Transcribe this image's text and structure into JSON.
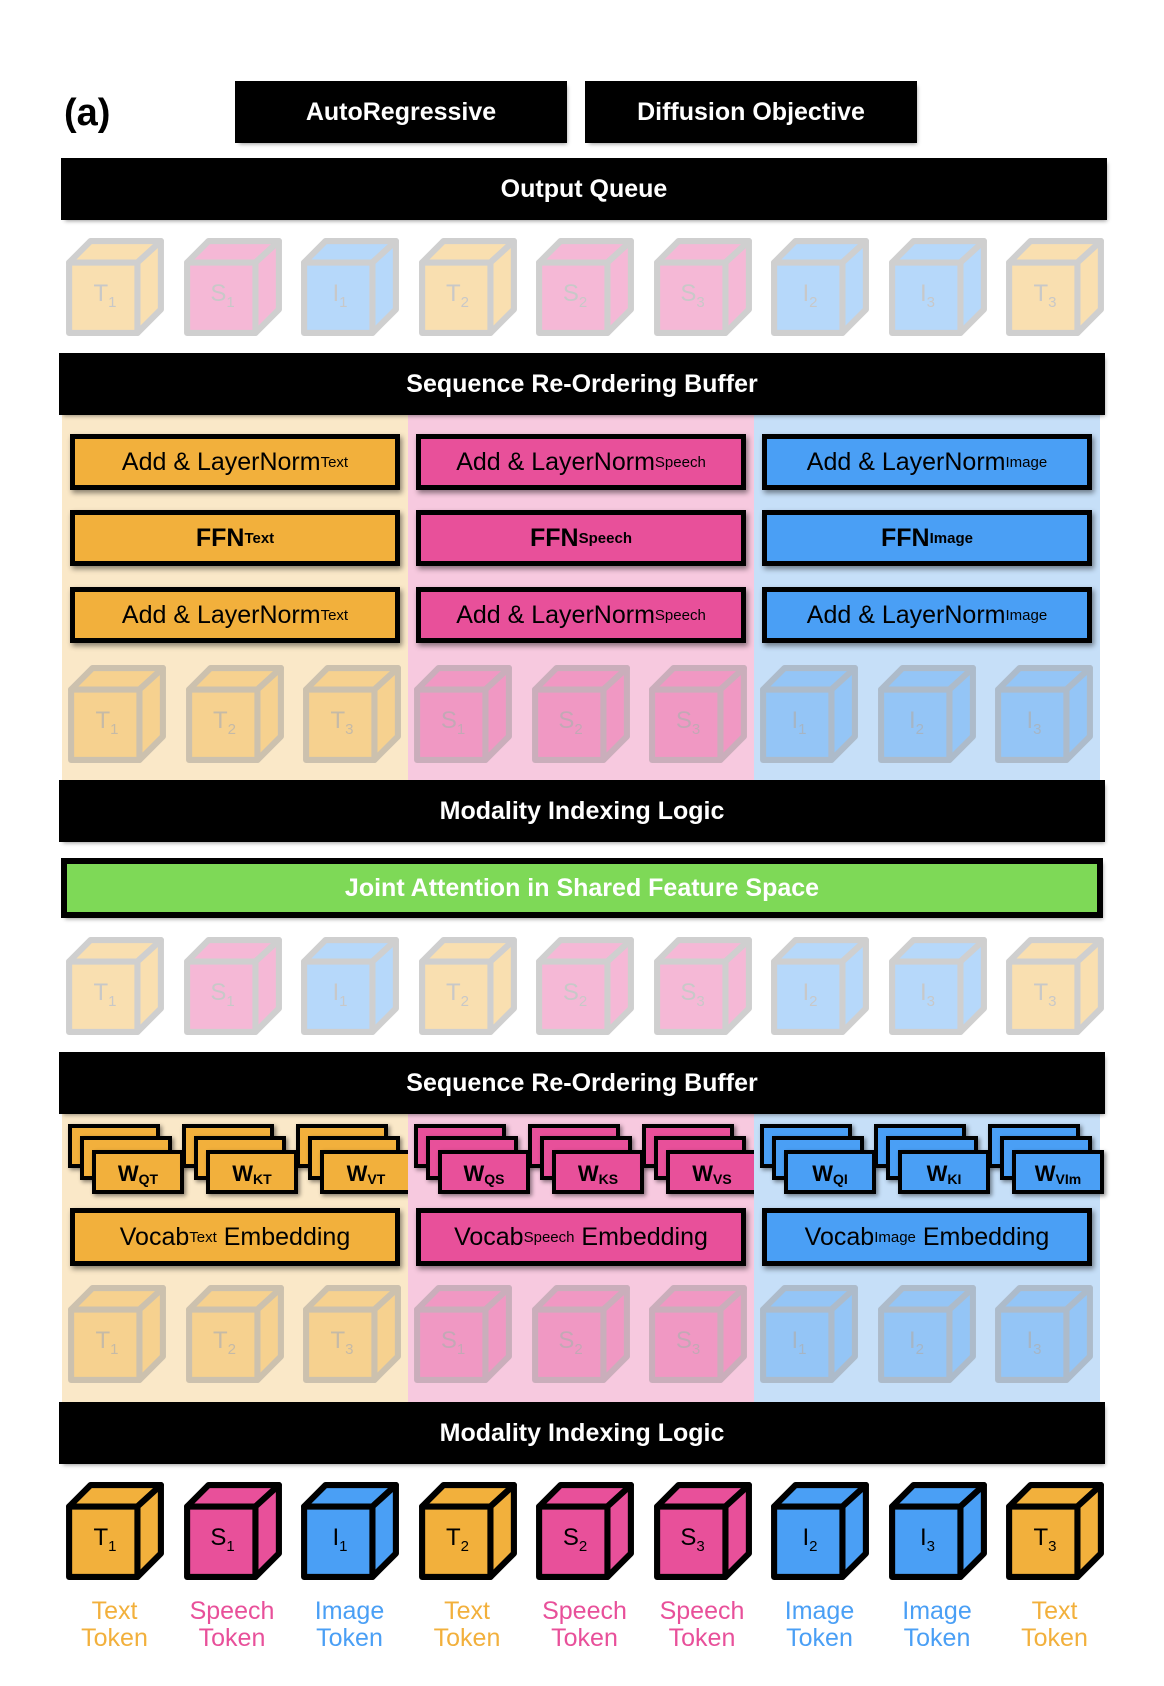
{
  "panel_label": "(a)",
  "header": {
    "autoregressive": "AutoRegressive",
    "diffusion": "Diffusion Objective"
  },
  "output_queue": "Output Queue",
  "reorder_buffer": "Sequence Re-Ordering Buffer",
  "modality_indexing": "Modality Indexing Logic",
  "joint_attention": "Joint Attention in Shared Feature Space",
  "colors": {
    "text": "#F2B03C",
    "speech": "#E8509A",
    "image": "#4A9FF5",
    "text_bg": "#FAE8C8",
    "speech_bg": "#F7C9DF",
    "image_bg": "#C6DFF8",
    "green": "#7ED957"
  },
  "modalities": [
    {
      "key": "text",
      "layernorm": "Add & LayerNorm",
      "ffn": "FFN",
      "sup": "Text",
      "vocab": "Vocab",
      "embedding": "Embedding",
      "weights": [
        {
          "w": "W",
          "sub": "Q",
          "sup": "T"
        },
        {
          "w": "W",
          "sub": "K",
          "sup": "T"
        },
        {
          "w": "W",
          "sub": "V",
          "sup": "T"
        }
      ],
      "tokens": [
        {
          "l": "T",
          "n": "1"
        },
        {
          "l": "T",
          "n": "2"
        },
        {
          "l": "T",
          "n": "3"
        }
      ]
    },
    {
      "key": "speech",
      "layernorm": "Add & LayerNorm",
      "ffn": "FFN",
      "sup": "Speech",
      "vocab": "Vocab",
      "embedding": "Embedding",
      "weights": [
        {
          "w": "W",
          "sub": "Q",
          "sup": "S"
        },
        {
          "w": "W",
          "sub": "K",
          "sup": "S"
        },
        {
          "w": "W",
          "sub": "V",
          "sup": "S"
        }
      ],
      "tokens": [
        {
          "l": "S",
          "n": "1"
        },
        {
          "l": "S",
          "n": "2"
        },
        {
          "l": "S",
          "n": "3"
        }
      ]
    },
    {
      "key": "image",
      "layernorm": "Add & LayerNorm",
      "ffn": "FFN",
      "sup": "Image",
      "vocab": "Vocab",
      "embedding": "Embedding",
      "weights": [
        {
          "w": "W",
          "sub": "Q",
          "sup": "I"
        },
        {
          "w": "W",
          "sub": "K",
          "sup": "I"
        },
        {
          "w": "W",
          "sub": "V",
          "sup": "Im"
        }
      ],
      "tokens": [
        {
          "l": "I",
          "n": "1"
        },
        {
          "l": "I",
          "n": "2"
        },
        {
          "l": "I",
          "n": "3"
        }
      ]
    }
  ],
  "sequence": [
    {
      "l": "T",
      "n": "1",
      "mod": "text",
      "label1": "Text",
      "label2": "Token"
    },
    {
      "l": "S",
      "n": "1",
      "mod": "speech",
      "label1": "Speech",
      "label2": "Token"
    },
    {
      "l": "I",
      "n": "1",
      "mod": "image",
      "label1": "Image",
      "label2": "Token"
    },
    {
      "l": "T",
      "n": "2",
      "mod": "text",
      "label1": "Text",
      "label2": "Token"
    },
    {
      "l": "S",
      "n": "2",
      "mod": "speech",
      "label1": "Speech",
      "label2": "Token"
    },
    {
      "l": "S",
      "n": "3",
      "mod": "speech",
      "label1": "Speech",
      "label2": "Token"
    },
    {
      "l": "I",
      "n": "2",
      "mod": "image",
      "label1": "Image",
      "label2": "Token"
    },
    {
      "l": "I",
      "n": "3",
      "mod": "image",
      "label1": "Image",
      "label2": "Token"
    },
    {
      "l": "T",
      "n": "3",
      "mod": "text",
      "label1": "Text",
      "label2": "Token"
    }
  ]
}
